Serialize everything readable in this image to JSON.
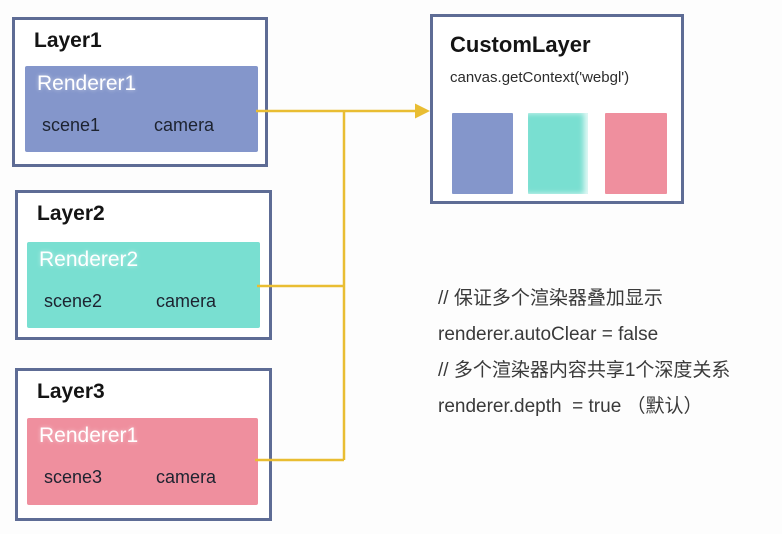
{
  "colors": {
    "border": "#5e6c95",
    "blue": "#8496cb",
    "teal": "#79dfd1",
    "pink": "#ef8f9e",
    "connector": "#e9bd32"
  },
  "layers": [
    {
      "title": "Layer1",
      "renderer": "Renderer1",
      "scene": "scene1",
      "camera": "camera"
    },
    {
      "title": "Layer2",
      "renderer": "Renderer2",
      "scene": "scene2",
      "camera": "camera"
    },
    {
      "title": "Layer3",
      "renderer": "Renderer1",
      "scene": "scene3",
      "camera": "camera"
    }
  ],
  "custom_layer": {
    "title": "CustomLayer",
    "code": "canvas.getContext('webgl')",
    "swatches": [
      "blue-swatch",
      "teal-swatch",
      "pink-swatch"
    ]
  },
  "notes": {
    "lines": [
      "// 保证多个渲染器叠加显示",
      "renderer.autoClear = false",
      "// 多个渲染器内容共享1个深度关系",
      "renderer.depth  = true （默认）"
    ]
  }
}
